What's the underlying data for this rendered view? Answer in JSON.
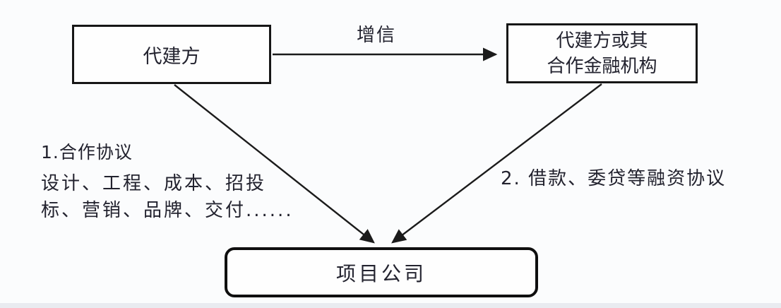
{
  "diagram": {
    "nodes": {
      "agent": {
        "label": "代建方"
      },
      "financial": {
        "lines": [
          "代建方或其",
          "合作金融机构"
        ]
      },
      "project": {
        "label": "项目公司"
      }
    },
    "edges": {
      "credit": {
        "from": "代建方",
        "to": "代建方或其合作金融机构",
        "label": "增信"
      },
      "cooperation": {
        "from": "代建方",
        "to": "项目公司",
        "label": "1.合作协议",
        "detail_lines": [
          "设计、工程、成本、招投",
          "标、营销、品牌、交付......"
        ]
      },
      "financing": {
        "from": "代建方或其合作金融机构",
        "to": "项目公司",
        "label": "2. 借款、委贷等融资协议"
      }
    },
    "colors": {
      "line": "#1b1b1b",
      "text": "#23232f",
      "node_border": "#161616",
      "background": "#fbfcfd"
    }
  }
}
